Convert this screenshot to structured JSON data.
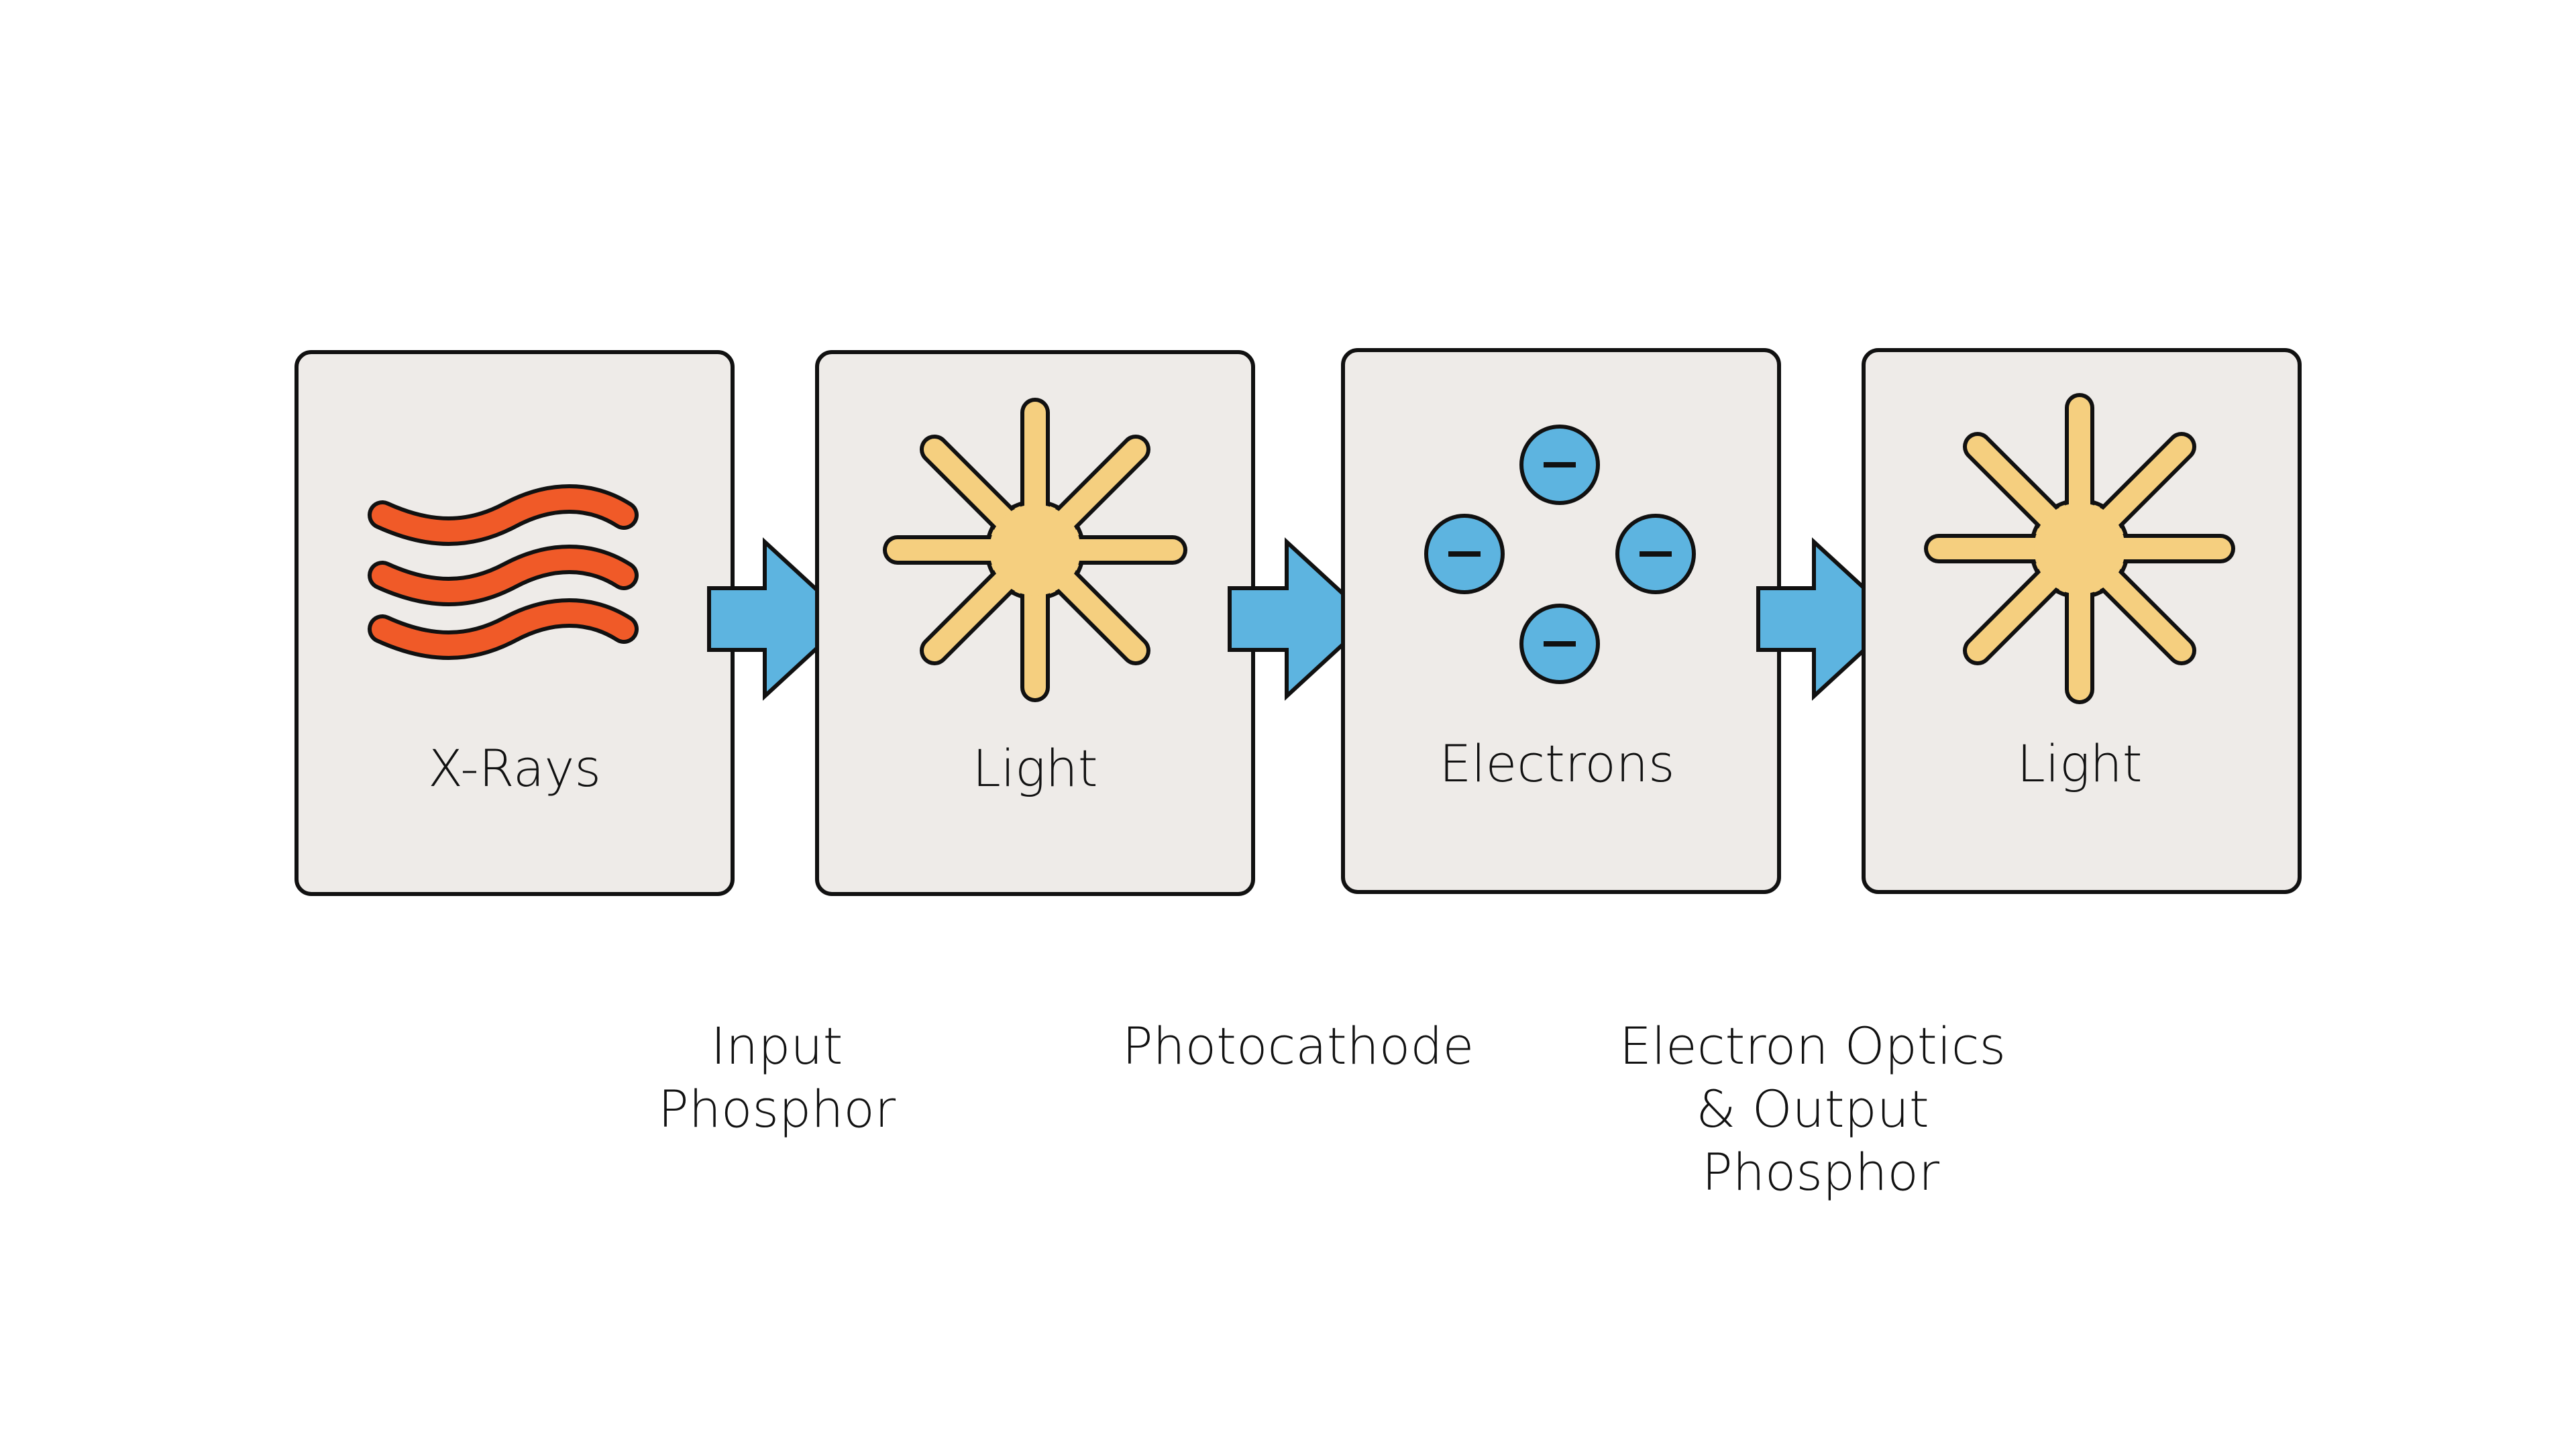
{
  "colors": {
    "background": "#ffffff",
    "box_fill": "#eeebe8",
    "box_stroke": "#111111",
    "xray_wave": "#f05a28",
    "light_star": "#f5cf7f",
    "electron": "#5db4e0",
    "arrow": "#5db4e0"
  },
  "boxes": [
    {
      "icon": "x-ray-waves-icon",
      "label": "X-Rays"
    },
    {
      "icon": "light-burst-icon",
      "label": "Light"
    },
    {
      "icon": "electrons-icon",
      "label": "Electrons"
    },
    {
      "icon": "light-burst-icon",
      "label": "Light"
    }
  ],
  "steps": [
    {
      "lines": [
        "Input",
        "Phosphor"
      ]
    },
    {
      "lines": [
        "Photocathode"
      ]
    },
    {
      "lines": [
        "Electron Optics",
        "& Output",
        "Phosphor"
      ]
    }
  ],
  "arrow_icon": "right-arrow-icon",
  "electron_symbol": "minus-sign"
}
